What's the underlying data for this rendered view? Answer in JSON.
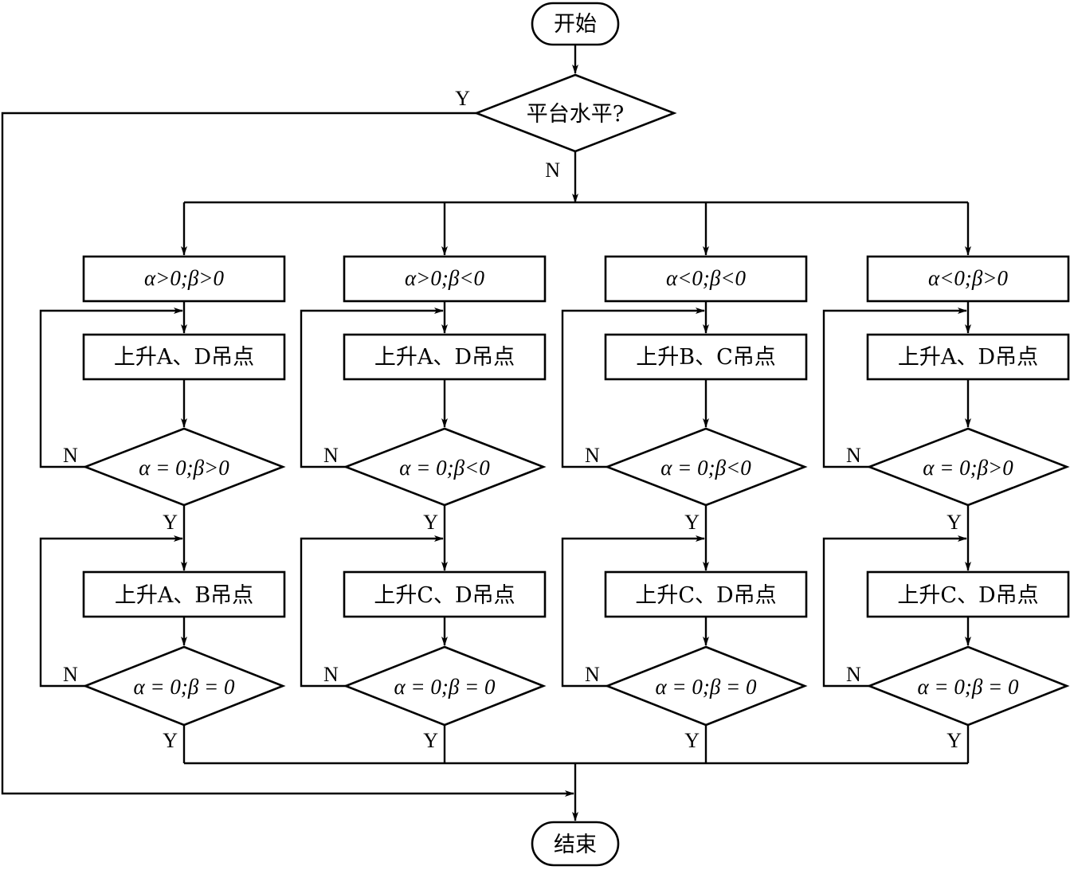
{
  "start": "开始",
  "end": "结束",
  "level_check": "平台水平?",
  "yes": "Y",
  "no": "N",
  "branches": [
    {
      "condition": "α>0;β>0",
      "step1": "上升A、D吊点",
      "check1": "α = 0;β>0",
      "step2": "上升A、B吊点",
      "check2": "α = 0;β = 0"
    },
    {
      "condition": "α>0;β<0",
      "step1": "上升A、D吊点",
      "check1": "α = 0;β<0",
      "step2": "上升C、D吊点",
      "check2": "α = 0;β = 0"
    },
    {
      "condition": "α<0;β<0",
      "step1": "上升B、C吊点",
      "check1": "α = 0;β<0",
      "step2": "上升C、D吊点",
      "check2": "α = 0;β = 0"
    },
    {
      "condition": "α<0;β>0",
      "step1": "上升A、D吊点",
      "check1": "α = 0;β>0",
      "step2": "上升C、D吊点",
      "check2": "α = 0;β = 0"
    }
  ]
}
